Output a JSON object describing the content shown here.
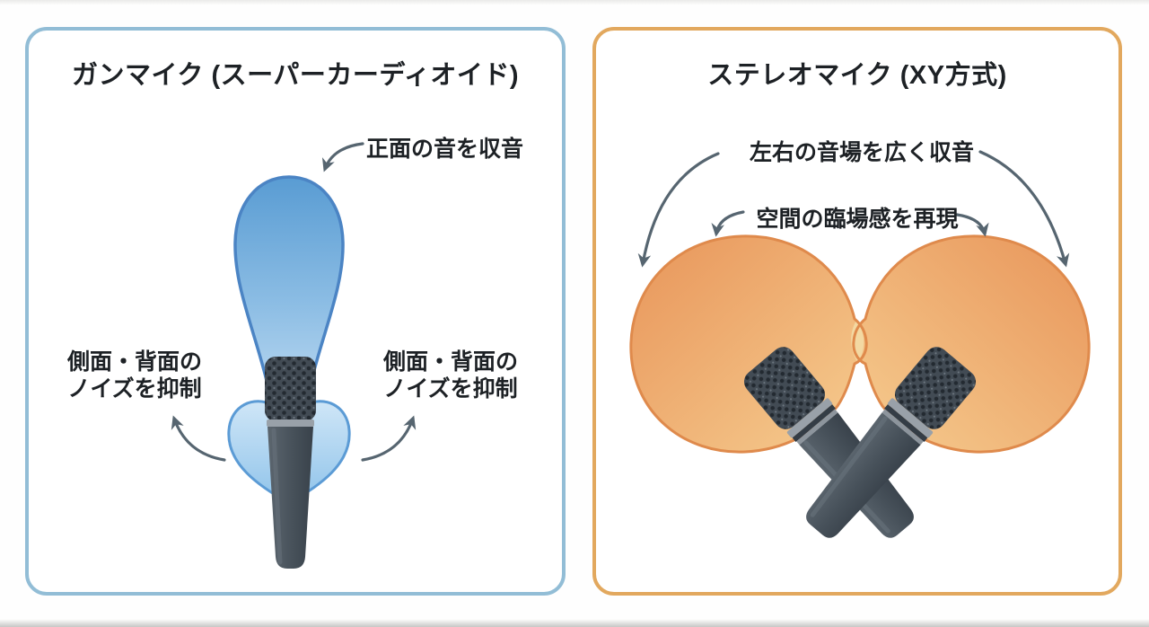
{
  "page": {
    "background": "#ffffff",
    "text_color": "#1d2125",
    "arrow_color": "#566570"
  },
  "left_panel": {
    "title": "ガンマイク (スーパーカーディオイド)",
    "border_color": "#92bdd6",
    "labels": {
      "front": "正面の音を収音",
      "side_left": {
        "line1": "側面・背面の",
        "line2": "ノイズを抑制"
      },
      "side_right": {
        "line1": "側面・背面の",
        "line2": "ノイズを抑制"
      }
    },
    "pattern_colors": {
      "main_lobe_top": "#599cd3",
      "main_lobe_mid": "#8cbde4",
      "main_lobe_bottom": "#c9e1f5",
      "main_lobe_outline": "#4b84c4",
      "rear_lobe_top": "#cfe6f7",
      "rear_lobe_bottom": "#8fc3ea",
      "rear_lobe_outline": "#5b9bd5"
    }
  },
  "right_panel": {
    "title": "ステレオマイク (XY方式)",
    "border_color": "#e2a85e",
    "labels": {
      "wide": "左右の音場を広く収音",
      "space": "空間の臨場感を再現"
    },
    "pattern_colors": {
      "lobe_dark": "#e8955a",
      "lobe_light": "#f6cd90",
      "lobe_outline": "#df8a4c",
      "overlap_fill": "#f3d8a2"
    }
  },
  "mic_colors": {
    "grille_base": "#424b54",
    "grille_dot": "#232a31",
    "grille_dot_light": "#6b757e",
    "band": "#99a1a9",
    "body_light": "#5c666f",
    "body_dark": "#39424b"
  }
}
